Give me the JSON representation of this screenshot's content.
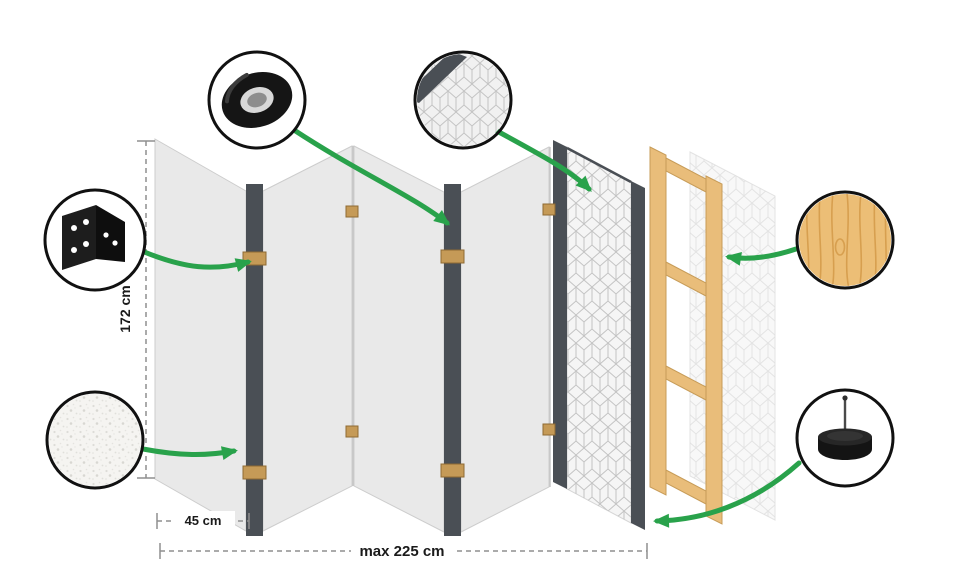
{
  "diagram": {
    "labels": {
      "height": "172 cm",
      "panel_width": "45 cm",
      "max_width": "max 225 cm"
    },
    "colors": {
      "arrow_green": "#29a24b",
      "panel_gray": "#e9e9e9",
      "edge_dark": "#4a4f55",
      "frame_wood": "#e9bd7a",
      "hinge_brass": "#c59a57",
      "circle_border": "#111111"
    },
    "callouts": [
      {
        "icon": "corner-bracket-icon"
      },
      {
        "icon": "tape-roll-icon"
      },
      {
        "icon": "pattern-swatch-icon"
      },
      {
        "icon": "wood-swatch-icon"
      },
      {
        "icon": "plaster-swatch-icon"
      },
      {
        "icon": "felt-pad-icon"
      }
    ],
    "panel_count": "5"
  }
}
